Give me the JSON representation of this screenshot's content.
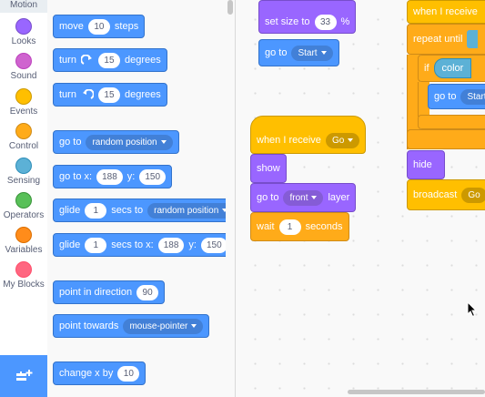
{
  "categories": [
    {
      "label": "Motion",
      "color": "#4c97ff"
    },
    {
      "label": "Looks",
      "color": "#9966ff"
    },
    {
      "label": "Sound",
      "color": "#cf63cf"
    },
    {
      "label": "Events",
      "color": "#ffbf00"
    },
    {
      "label": "Control",
      "color": "#ffab19"
    },
    {
      "label": "Sensing",
      "color": "#5cb1d6"
    },
    {
      "label": "Operators",
      "color": "#59c059"
    },
    {
      "label": "Variables",
      "color": "#ff8c1a"
    },
    {
      "label": "My Blocks",
      "color": "#ff6680"
    }
  ],
  "palette": {
    "move": {
      "t1": "move",
      "v": "10",
      "t2": "steps"
    },
    "turn_right": {
      "t1": "turn",
      "icon": "rotate-right-icon",
      "v": "15",
      "t2": "degrees"
    },
    "turn_left": {
      "t1": "turn",
      "icon": "rotate-left-icon",
      "v": "15",
      "t2": "degrees"
    },
    "goto": {
      "t1": "go to",
      "d": "random position"
    },
    "goto_xy": {
      "t1": "go to x:",
      "x": "188",
      "t2": "y:",
      "y": "150"
    },
    "glide_to": {
      "t1": "glide",
      "v": "1",
      "t2": "secs to",
      "d": "random position"
    },
    "glide_xy": {
      "t1": "glide",
      "v": "1",
      "t2": "secs to x:",
      "x": "188",
      "t3": "y:",
      "y": "150"
    },
    "point_dir": {
      "t1": "point in direction",
      "v": "90"
    },
    "point_towards": {
      "t1": "point towards",
      "d": "mouse-pointer"
    },
    "change_x": {
      "t1": "change x by",
      "v": "10"
    }
  },
  "script1": {
    "set_size": {
      "t1": "set size to",
      "v": "33",
      "t2": "%"
    },
    "goto": {
      "t1": "go to",
      "d": "Start"
    }
  },
  "script2": {
    "hat": {
      "t1": "when I receive",
      "d": "Go"
    },
    "show": "show",
    "goto_layer": {
      "t1": "go to",
      "d": "front",
      "t2": "layer"
    },
    "wait": {
      "t1": "wait",
      "v": "1",
      "t2": "seconds"
    }
  },
  "script3": {
    "hat": "when I receive",
    "repeat": "repeat until",
    "if": "if",
    "color": "color",
    "goto": "go to",
    "goto_d": "Start",
    "hide": "hide",
    "broadcast": "broadcast",
    "broadcast_d": "Go"
  }
}
